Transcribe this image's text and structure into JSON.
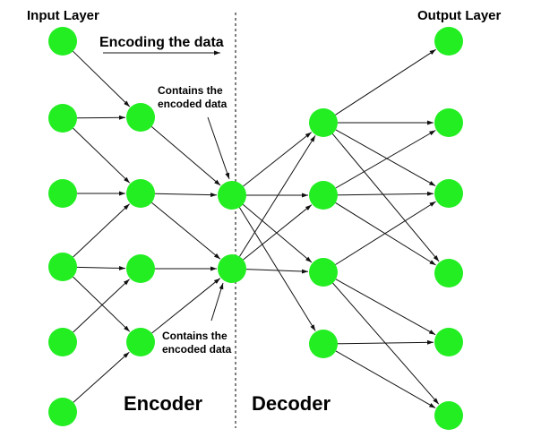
{
  "labels": {
    "input_layer": "Input Layer",
    "output_layer": "Output Layer",
    "encoding": "Encoding the data",
    "note_top_line1": "Contains the",
    "note_top_line2": "encoded data",
    "note_bottom_line1": "Contains the",
    "note_bottom_line2": "encoded data",
    "encoder": "Encoder",
    "decoder": "Decoder"
  },
  "colors": {
    "node": "#22ee22",
    "edge": "#111111",
    "divider": "#555555"
  },
  "network": {
    "layers": [
      {
        "name": "input",
        "size": 6
      },
      {
        "name": "hidden-1",
        "size": 4
      },
      {
        "name": "bottleneck",
        "size": 2
      },
      {
        "name": "hidden-2",
        "size": 4
      },
      {
        "name": "output",
        "size": 6
      }
    ],
    "edges": [
      [
        0,
        0,
        1,
        0
      ],
      [
        0,
        1,
        1,
        0
      ],
      [
        0,
        1,
        1,
        1
      ],
      [
        0,
        2,
        1,
        1
      ],
      [
        0,
        3,
        1,
        1
      ],
      [
        0,
        3,
        1,
        2
      ],
      [
        0,
        3,
        1,
        3
      ],
      [
        0,
        4,
        1,
        2
      ],
      [
        0,
        5,
        1,
        3
      ],
      [
        1,
        0,
        2,
        0
      ],
      [
        1,
        1,
        2,
        0
      ],
      [
        1,
        1,
        2,
        1
      ],
      [
        1,
        2,
        2,
        1
      ],
      [
        1,
        3,
        2,
        1
      ],
      [
        2,
        0,
        3,
        0
      ],
      [
        2,
        0,
        3,
        1
      ],
      [
        2,
        0,
        3,
        2
      ],
      [
        2,
        0,
        3,
        3
      ],
      [
        2,
        1,
        3,
        0
      ],
      [
        2,
        1,
        3,
        1
      ],
      [
        2,
        1,
        3,
        2
      ],
      [
        3,
        0,
        4,
        0
      ],
      [
        3,
        0,
        4,
        1
      ],
      [
        3,
        0,
        4,
        2
      ],
      [
        3,
        0,
        4,
        3
      ],
      [
        3,
        1,
        4,
        1
      ],
      [
        3,
        1,
        4,
        2
      ],
      [
        3,
        1,
        4,
        3
      ],
      [
        3,
        2,
        4,
        2
      ],
      [
        3,
        2,
        4,
        4
      ],
      [
        3,
        2,
        4,
        5
      ],
      [
        3,
        3,
        4,
        4
      ],
      [
        3,
        3,
        4,
        5
      ]
    ]
  }
}
